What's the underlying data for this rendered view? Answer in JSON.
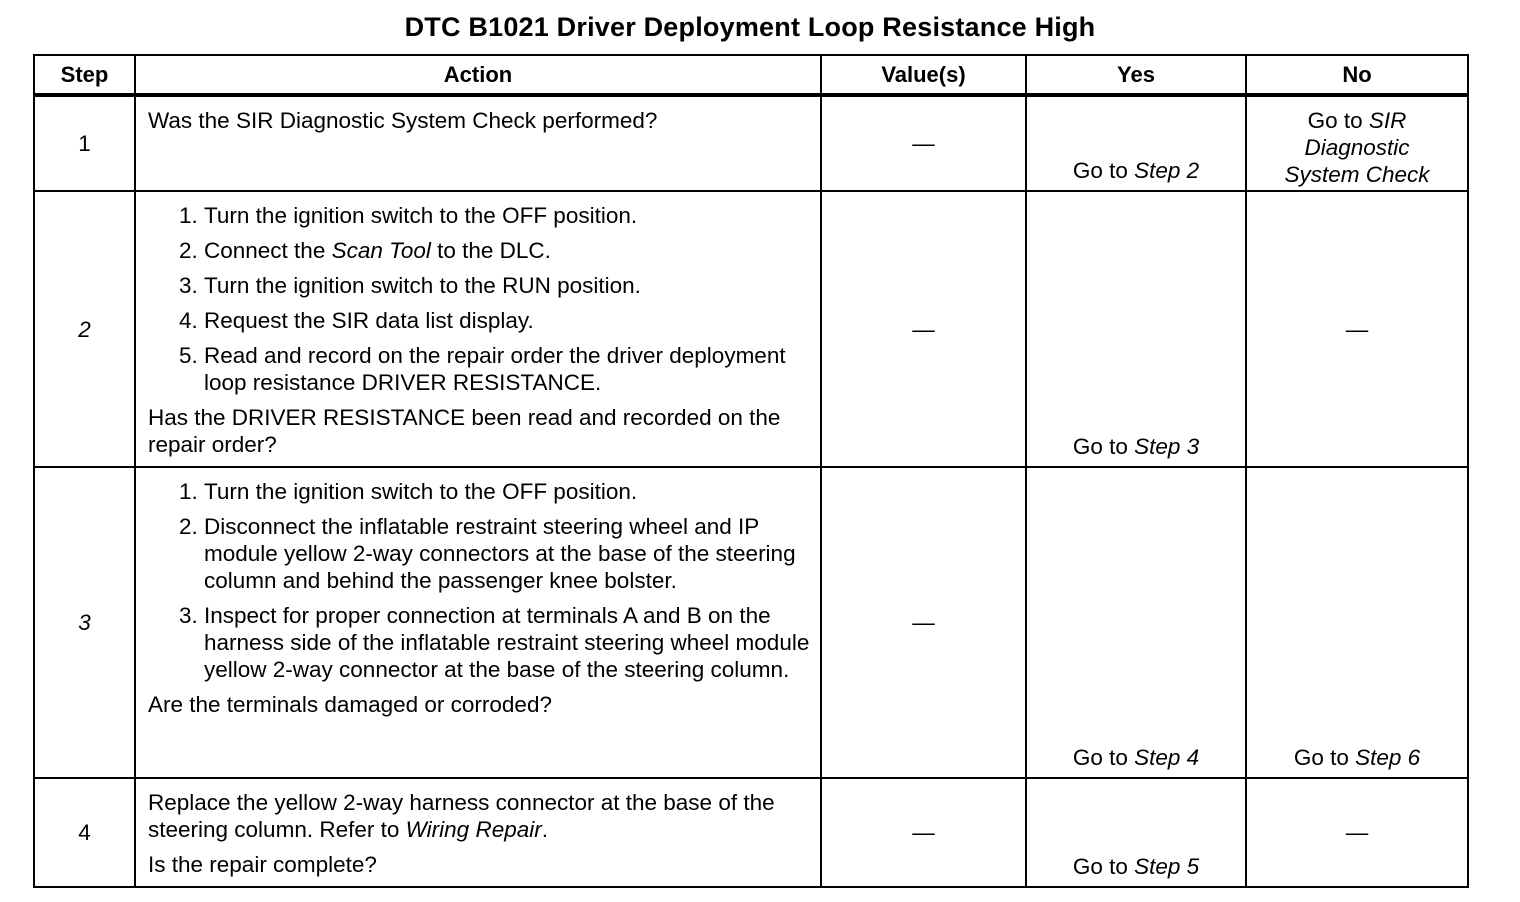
{
  "title": "DTC B1021 Driver Deployment Loop Resistance High",
  "headers": {
    "step": "Step",
    "action": "Action",
    "values": "Value(s)",
    "yes": "Yes",
    "no": "No"
  },
  "rows": [
    {
      "step": "1",
      "action_text": "Was the SIR Diagnostic System Check performed?",
      "value": "—",
      "yes_prefix": "Go to",
      "yes_target": "Step 2",
      "no_prefix": "Go to",
      "no_target_line1": "SIR",
      "no_target_line2": "Diagnostic",
      "no_target_line3": "System Check"
    },
    {
      "step": "2",
      "items": [
        "Turn the ignition switch to the OFF position.",
        "Connect the",
        "to the DLC.",
        "Turn the ignition switch to the RUN position.",
        "Request the SIR data list display.",
        "Read and record on the repair order the driver deployment loop resistance DRIVER RESISTANCE."
      ],
      "scan_tool": "Scan Tool",
      "question": "Has the DRIVER RESISTANCE been read and recorded on the repair order?",
      "value": "—",
      "yes_prefix": "Go to",
      "yes_target": "Step 3",
      "no": "—"
    },
    {
      "step": "3",
      "items": [
        "Turn the ignition switch to the OFF position.",
        "Disconnect the inflatable restraint steering wheel and IP module yellow 2-way connectors at the base of the steering column and behind the passenger knee bolster.",
        "Inspect for proper connection at terminals A and B on the harness side of the inflatable restraint steering wheel module yellow 2-way connector at the base of the steering column."
      ],
      "question": "Are the terminals damaged or corroded?",
      "value": "—",
      "yes_prefix": "Go to",
      "yes_target": "Step 4",
      "no_prefix": "Go to",
      "no_target": "Step 6"
    },
    {
      "step": "4",
      "action_text": "Replace the yellow 2-way harness connector at the base of the steering column. Refer to",
      "wiring_repair": "Wiring Repair",
      "question": "Is the repair complete?",
      "value": "—",
      "yes_prefix": "Go to",
      "yes_target": "Step 5",
      "no": "—"
    }
  ]
}
